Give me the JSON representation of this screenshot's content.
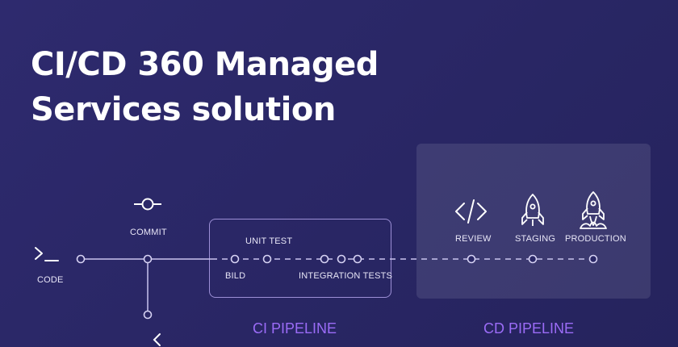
{
  "title": {
    "line1": "CI/CD 360 Managed",
    "line2": "Services solution"
  },
  "stages": {
    "code": "CODE",
    "commit": "COMMIT",
    "unit_test": "UNIT TEST",
    "build": "BILD",
    "integration_tests": "INTEGRATION TESTS",
    "review": "REVIEW",
    "staging": "STAGING",
    "production": "PRODUCTION"
  },
  "pipelines": {
    "ci": "CI PIPELINE",
    "cd": "CD PIPELINE"
  },
  "colors": {
    "background": "#2a2766",
    "accent": "#9b6cf7",
    "ci_border": "#9c8fd6",
    "line": "#c9c4ee"
  },
  "icons": {
    "code": "terminal-icon",
    "commit": "commit-icon",
    "review": "code-brackets-icon",
    "staging": "rocket-icon",
    "production": "rocket-launch-icon"
  }
}
